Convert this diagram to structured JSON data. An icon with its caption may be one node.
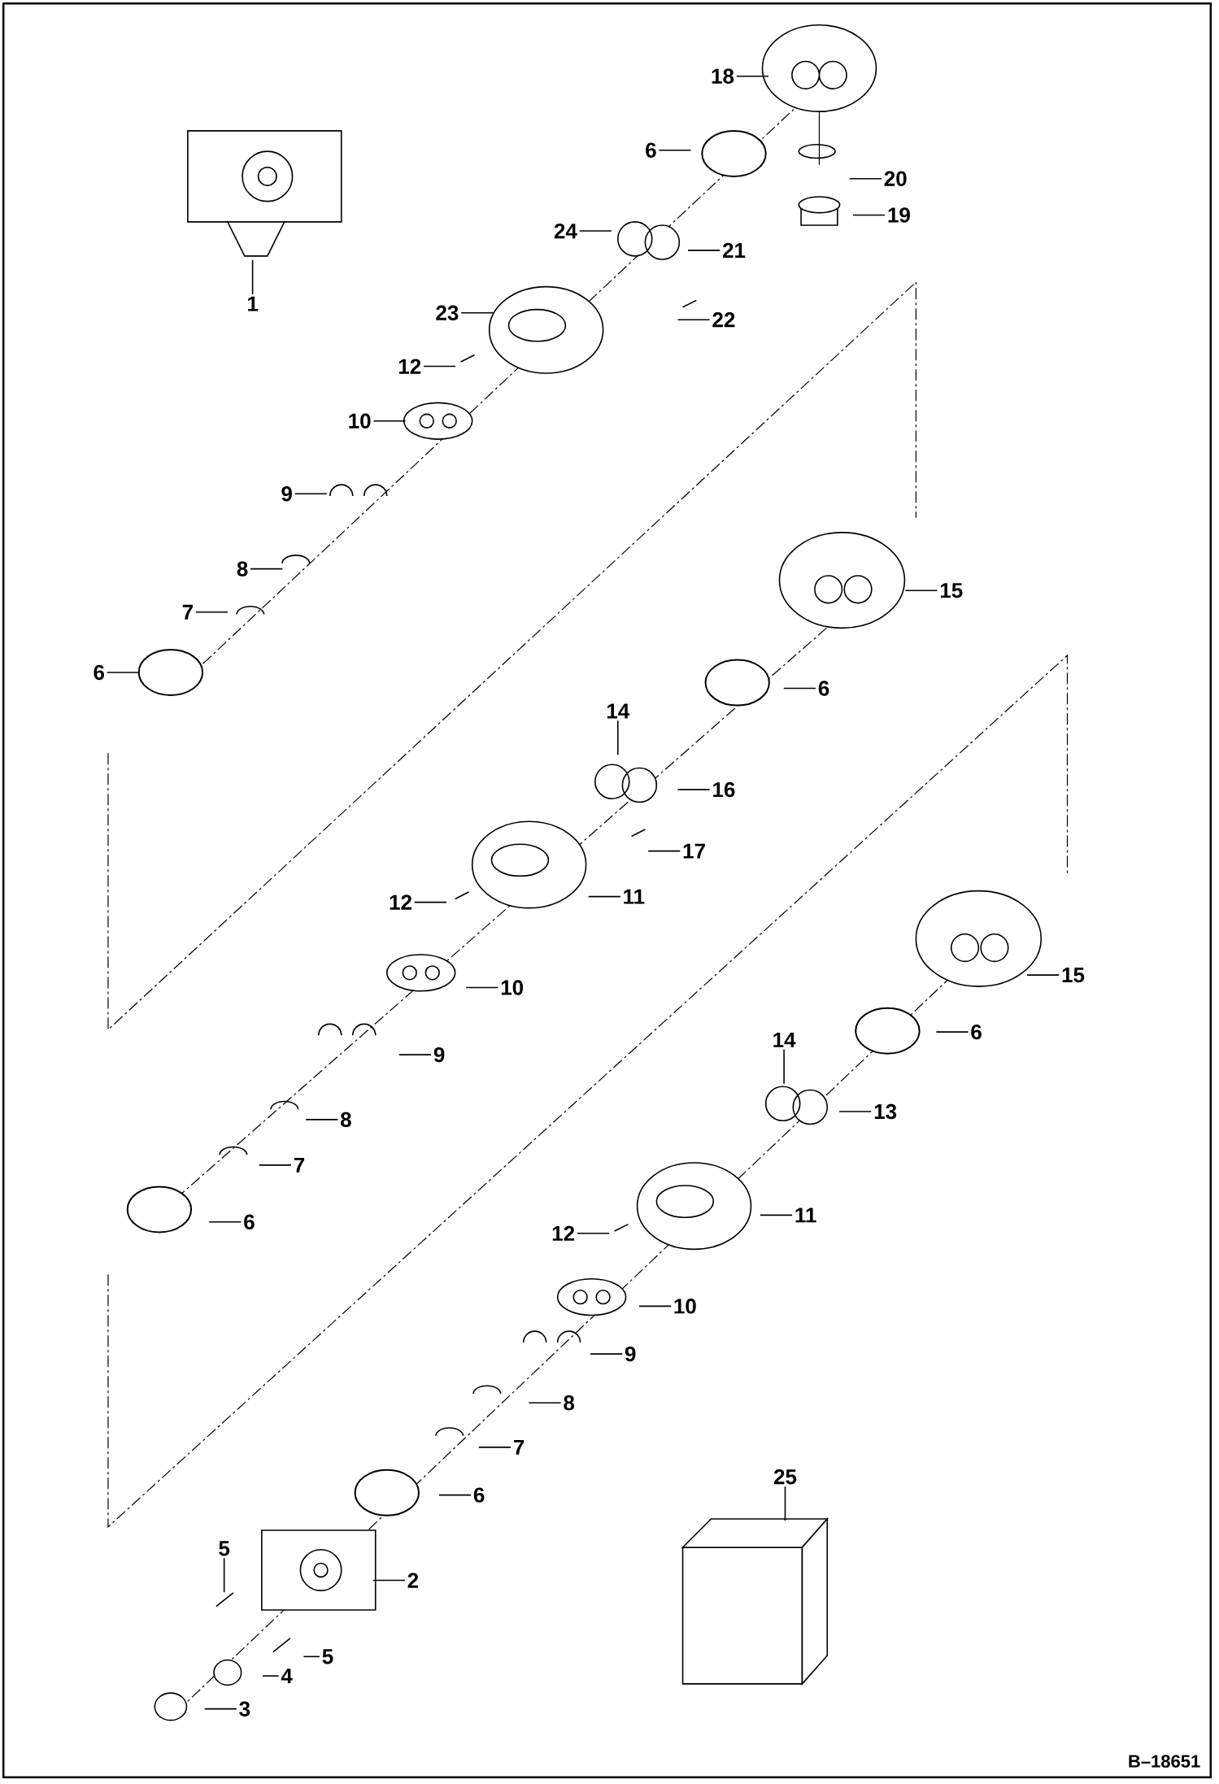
{
  "diagram": {
    "nodes": [
      {
        "text": [
          "18"
        ]
      },
      {
        "text": [
          "6"
        ]
      },
      {
        "text": [
          "20"
        ]
      },
      {
        "text": [
          "24"
        ]
      },
      {
        "text": [
          "19"
        ]
      },
      {
        "text": [
          "21"
        ]
      },
      {
        "text": [
          "1"
        ]
      },
      {
        "text": [
          "23"
        ]
      },
      {
        "text": [
          "22"
        ]
      },
      {
        "text": [
          "12"
        ]
      },
      {
        "text": [
          "10"
        ]
      },
      {
        "text": [
          "9"
        ]
      },
      {
        "text": [
          "15"
        ]
      },
      {
        "text": [
          "8"
        ]
      },
      {
        "text": [
          "7"
        ]
      },
      {
        "text": [
          "6"
        ]
      },
      {
        "text": [
          "6"
        ]
      },
      {
        "text": [
          "14"
        ]
      },
      {
        "text": [
          "16"
        ]
      },
      {
        "text": [
          "17"
        ]
      },
      {
        "text": [
          "12"
        ]
      },
      {
        "text": [
          "11"
        ]
      },
      {
        "text": [
          "10"
        ]
      },
      {
        "text": [
          "15"
        ]
      },
      {
        "text": [
          "9"
        ]
      },
      {
        "text": [
          "6"
        ]
      },
      {
        "text": [
          "14"
        ]
      },
      {
        "text": [
          "13"
        ]
      },
      {
        "text": [
          "8"
        ]
      },
      {
        "text": [
          "7"
        ]
      },
      {
        "text": [
          "11"
        ]
      },
      {
        "text": [
          "6"
        ]
      },
      {
        "text": [
          "12"
        ]
      },
      {
        "text": [
          "10"
        ]
      },
      {
        "text": [
          "9"
        ]
      },
      {
        "text": [
          "8"
        ]
      },
      {
        "text": [
          "7"
        ]
      },
      {
        "text": [
          "25"
        ]
      },
      {
        "text": [
          "6"
        ]
      },
      {
        "text": [
          "5"
        ]
      },
      {
        "text": [
          "2"
        ]
      },
      {
        "text": [
          "5"
        ]
      },
      {
        "text": [
          "4"
        ]
      },
      {
        "text": [
          "3"
        ]
      }
    ],
    "edges": [
      {
        "from": 0,
        "to": null,
        "arrow": "none"
      },
      {
        "from": 1,
        "to": null,
        "arrow": "none"
      },
      {
        "from": 2,
        "to": null,
        "arrow": "none"
      },
      {
        "from": 3,
        "to": null,
        "arrow": "none"
      },
      {
        "from": 4,
        "to": null,
        "arrow": "none"
      },
      {
        "from": 5,
        "to": null,
        "arrow": "none"
      },
      {
        "from": 6,
        "to": null,
        "arrow": "none"
      },
      {
        "from": 7,
        "to": null,
        "arrow": "none"
      },
      {
        "from": 8,
        "to": null,
        "arrow": "none"
      },
      {
        "from": 9,
        "to": null,
        "arrow": "none"
      },
      {
        "from": 10,
        "to": null,
        "arrow": "none"
      },
      {
        "from": 11,
        "to": null,
        "arrow": "none"
      },
      {
        "from": 12,
        "to": null,
        "arrow": "none"
      },
      {
        "from": 13,
        "to": null,
        "arrow": "none"
      },
      {
        "from": 14,
        "to": null,
        "arrow": "none"
      },
      {
        "from": 15,
        "to": null,
        "arrow": "none"
      },
      {
        "from": 16,
        "to": null,
        "arrow": "none"
      },
      {
        "from": 17,
        "to": null,
        "arrow": "none"
      },
      {
        "from": 18,
        "to": null,
        "arrow": "none"
      },
      {
        "from": 19,
        "to": null,
        "arrow": "none"
      },
      {
        "from": 20,
        "to": null,
        "arrow": "none"
      },
      {
        "from": 21,
        "to": null,
        "arrow": "none"
      },
      {
        "from": 22,
        "to": null,
        "arrow": "none"
      },
      {
        "from": 23,
        "to": null,
        "arrow": "none"
      },
      {
        "from": 24,
        "to": null,
        "arrow": "none"
      },
      {
        "from": 25,
        "to": null,
        "arrow": "none"
      },
      {
        "from": 26,
        "to": null,
        "arrow": "none"
      },
      {
        "from": 27,
        "to": null,
        "arrow": "none"
      },
      {
        "from": 28,
        "to": null,
        "arrow": "none"
      },
      {
        "from": 29,
        "to": null,
        "arrow": "none"
      },
      {
        "from": 30,
        "to": null,
        "arrow": "none"
      },
      {
        "from": 31,
        "to": null,
        "arrow": "none"
      },
      {
        "from": 32,
        "to": null,
        "arrow": "none"
      },
      {
        "from": 33,
        "to": null,
        "arrow": "none"
      },
      {
        "from": 34,
        "to": null,
        "arrow": "none"
      },
      {
        "from": 35,
        "to": null,
        "arrow": "none"
      },
      {
        "from": 36,
        "to": null,
        "arrow": "none"
      },
      {
        "from": 37,
        "to": null,
        "arrow": "none"
      },
      {
        "from": 38,
        "to": null,
        "arrow": "none"
      },
      {
        "from": 39,
        "to": null,
        "arrow": "none"
      },
      {
        "from": 40,
        "to": null,
        "arrow": "none"
      },
      {
        "from": 41,
        "to": null,
        "arrow": "none"
      },
      {
        "from": 42,
        "to": null,
        "arrow": "none"
      },
      {
        "from": 43,
        "to": null,
        "arrow": "none"
      }
    ],
    "labels": [
      "B–18651"
    ]
  }
}
